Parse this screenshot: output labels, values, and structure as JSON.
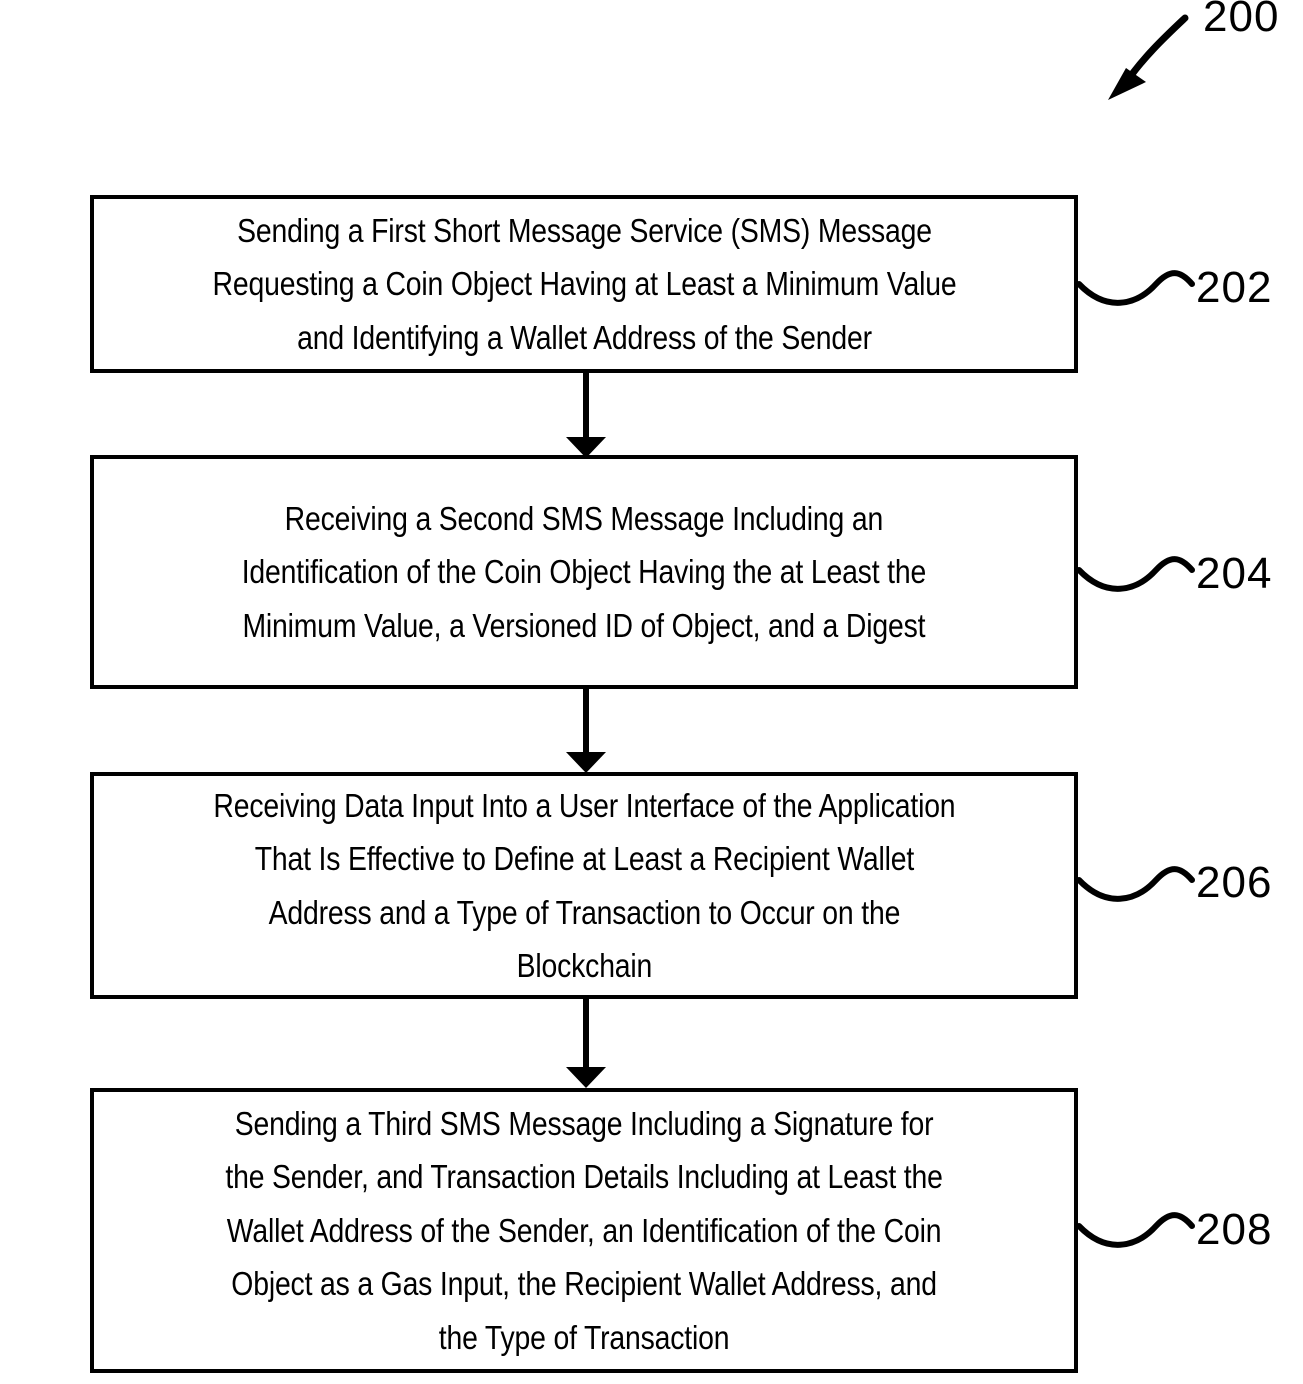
{
  "figure": {
    "number": "200",
    "type": "patent-method-flowchart",
    "colors": {
      "stroke": "#000000",
      "background": "#ffffff"
    }
  },
  "steps": [
    {
      "ref": "202",
      "text": "Sending a First Short Message Service (SMS) Message\nRequesting a Coin Object Having at Least a Minimum Value\nand Identifying a Wallet Address of the Sender"
    },
    {
      "ref": "204",
      "text": "Receiving a Second SMS Message Including an\nIdentification of the Coin Object Having the at Least the\nMinimum Value, a Versioned ID of Object, and a Digest"
    },
    {
      "ref": "206",
      "text": "Receiving Data Input Into a User Interface of the Application\nThat Is Effective to Define at Least a Recipient Wallet\nAddress and a Type of Transaction to Occur on the\nBlockchain"
    },
    {
      "ref": "208",
      "text": "Sending a Third SMS Message  Including a Signature for\nthe Sender, and Transaction Details Including at Least the\nWallet Address of the Sender, an Identification of the Coin\nObject as a Gas Input, the Recipient Wallet Address, and\nthe Type of Transaction"
    }
  ]
}
